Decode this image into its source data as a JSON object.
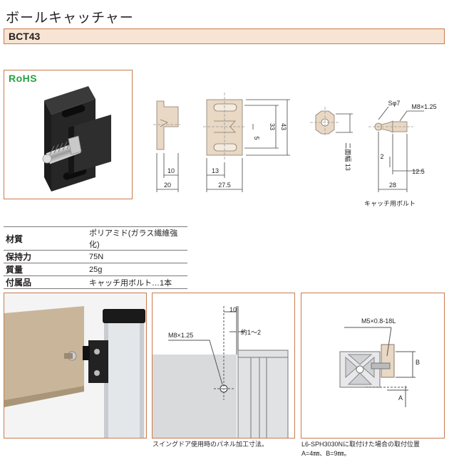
{
  "title": "ボールキャッチャー",
  "model": "BCT43",
  "rohs_label": "RoHS",
  "dimensions": {
    "front": [
      "10",
      "20"
    ],
    "side": [
      "13",
      "27.5",
      "33",
      "43",
      "5"
    ],
    "nut": "二面幅 13",
    "bolt": [
      "Sφ7",
      "M8×1.25",
      "2",
      "12.5",
      "28"
    ]
  },
  "bolt_caption": "キャッチ用ボルト",
  "specs": [
    {
      "key": "材質",
      "value": "ポリアミド(ガラス繊維強化)"
    },
    {
      "key": "保持力",
      "value": "75N"
    },
    {
      "key": "質量",
      "value": "25g"
    },
    {
      "key": "付属品",
      "value": "キャッチ用ボルト…1本"
    }
  ],
  "panel_dims": {
    "dim10": "10",
    "gap": "約1～2",
    "thread": "M8×1.25"
  },
  "panel_caption": "スイングドア使用時のパネル加工寸法。",
  "mount_dims": {
    "bolt": "M5×0.8-18L",
    "b": "B",
    "a": "A"
  },
  "mount_caption_line1": "L6-SPH3030Nに取付けた場合の取付位置",
  "mount_caption_line2": "A=4㎜、B=9㎜。"
}
